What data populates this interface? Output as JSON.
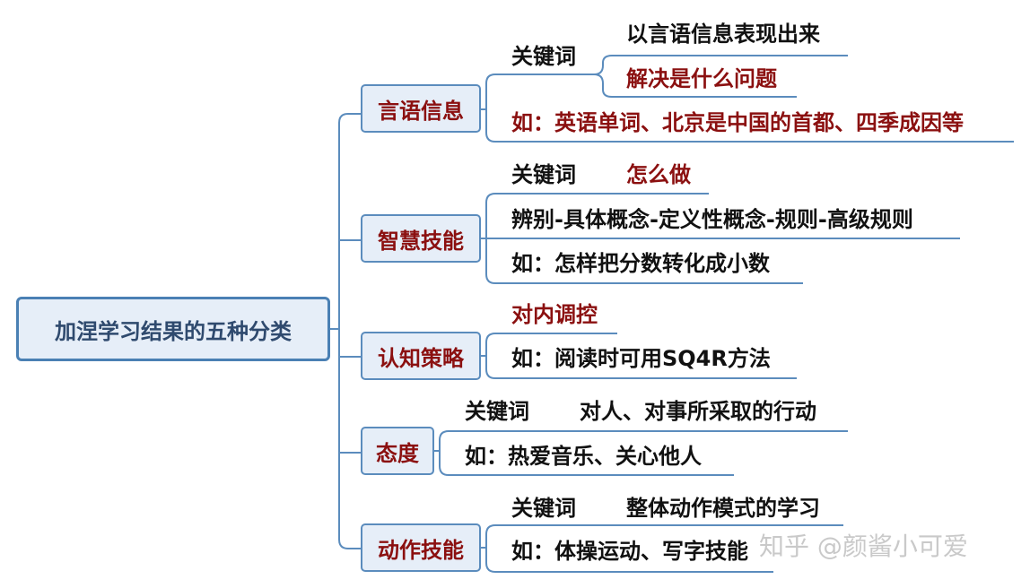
{
  "root": "加涅学习结果的五种分类",
  "branches": [
    {
      "label": "言语信息",
      "keyword_label": "关键词",
      "keywords": [
        "以言语信息表现出来",
        "解决是什么问题"
      ],
      "example": "如：英语单词、北京是中国的首都、四季成因等"
    },
    {
      "label": "智慧技能",
      "keyword_label": "关键词",
      "keyword": "怎么做",
      "levels": "辨别-具体概念-定义性概念-规则-高级规则",
      "example": "如：怎样把分数转化成小数"
    },
    {
      "label": "认知策略",
      "description": "对内调控",
      "example": "如：阅读时可用SQ4R方法"
    },
    {
      "label": "态度",
      "keyword_label": "关键词",
      "keyword": "对人、对事所采取的行动",
      "example": "如：热爱音乐、关心他人"
    },
    {
      "label": "动作技能",
      "keyword_label": "关键词",
      "keyword": "整体动作模式的学习",
      "example": "如：体操运动、写字技能"
    }
  ],
  "watermark": "知乎 @颜酱小可爱",
  "colors": {
    "connector": "#5b8cbd",
    "node_fill": "#e6eef8",
    "emphasis_text": "#8b1010",
    "root_border": "#4a80b4"
  }
}
